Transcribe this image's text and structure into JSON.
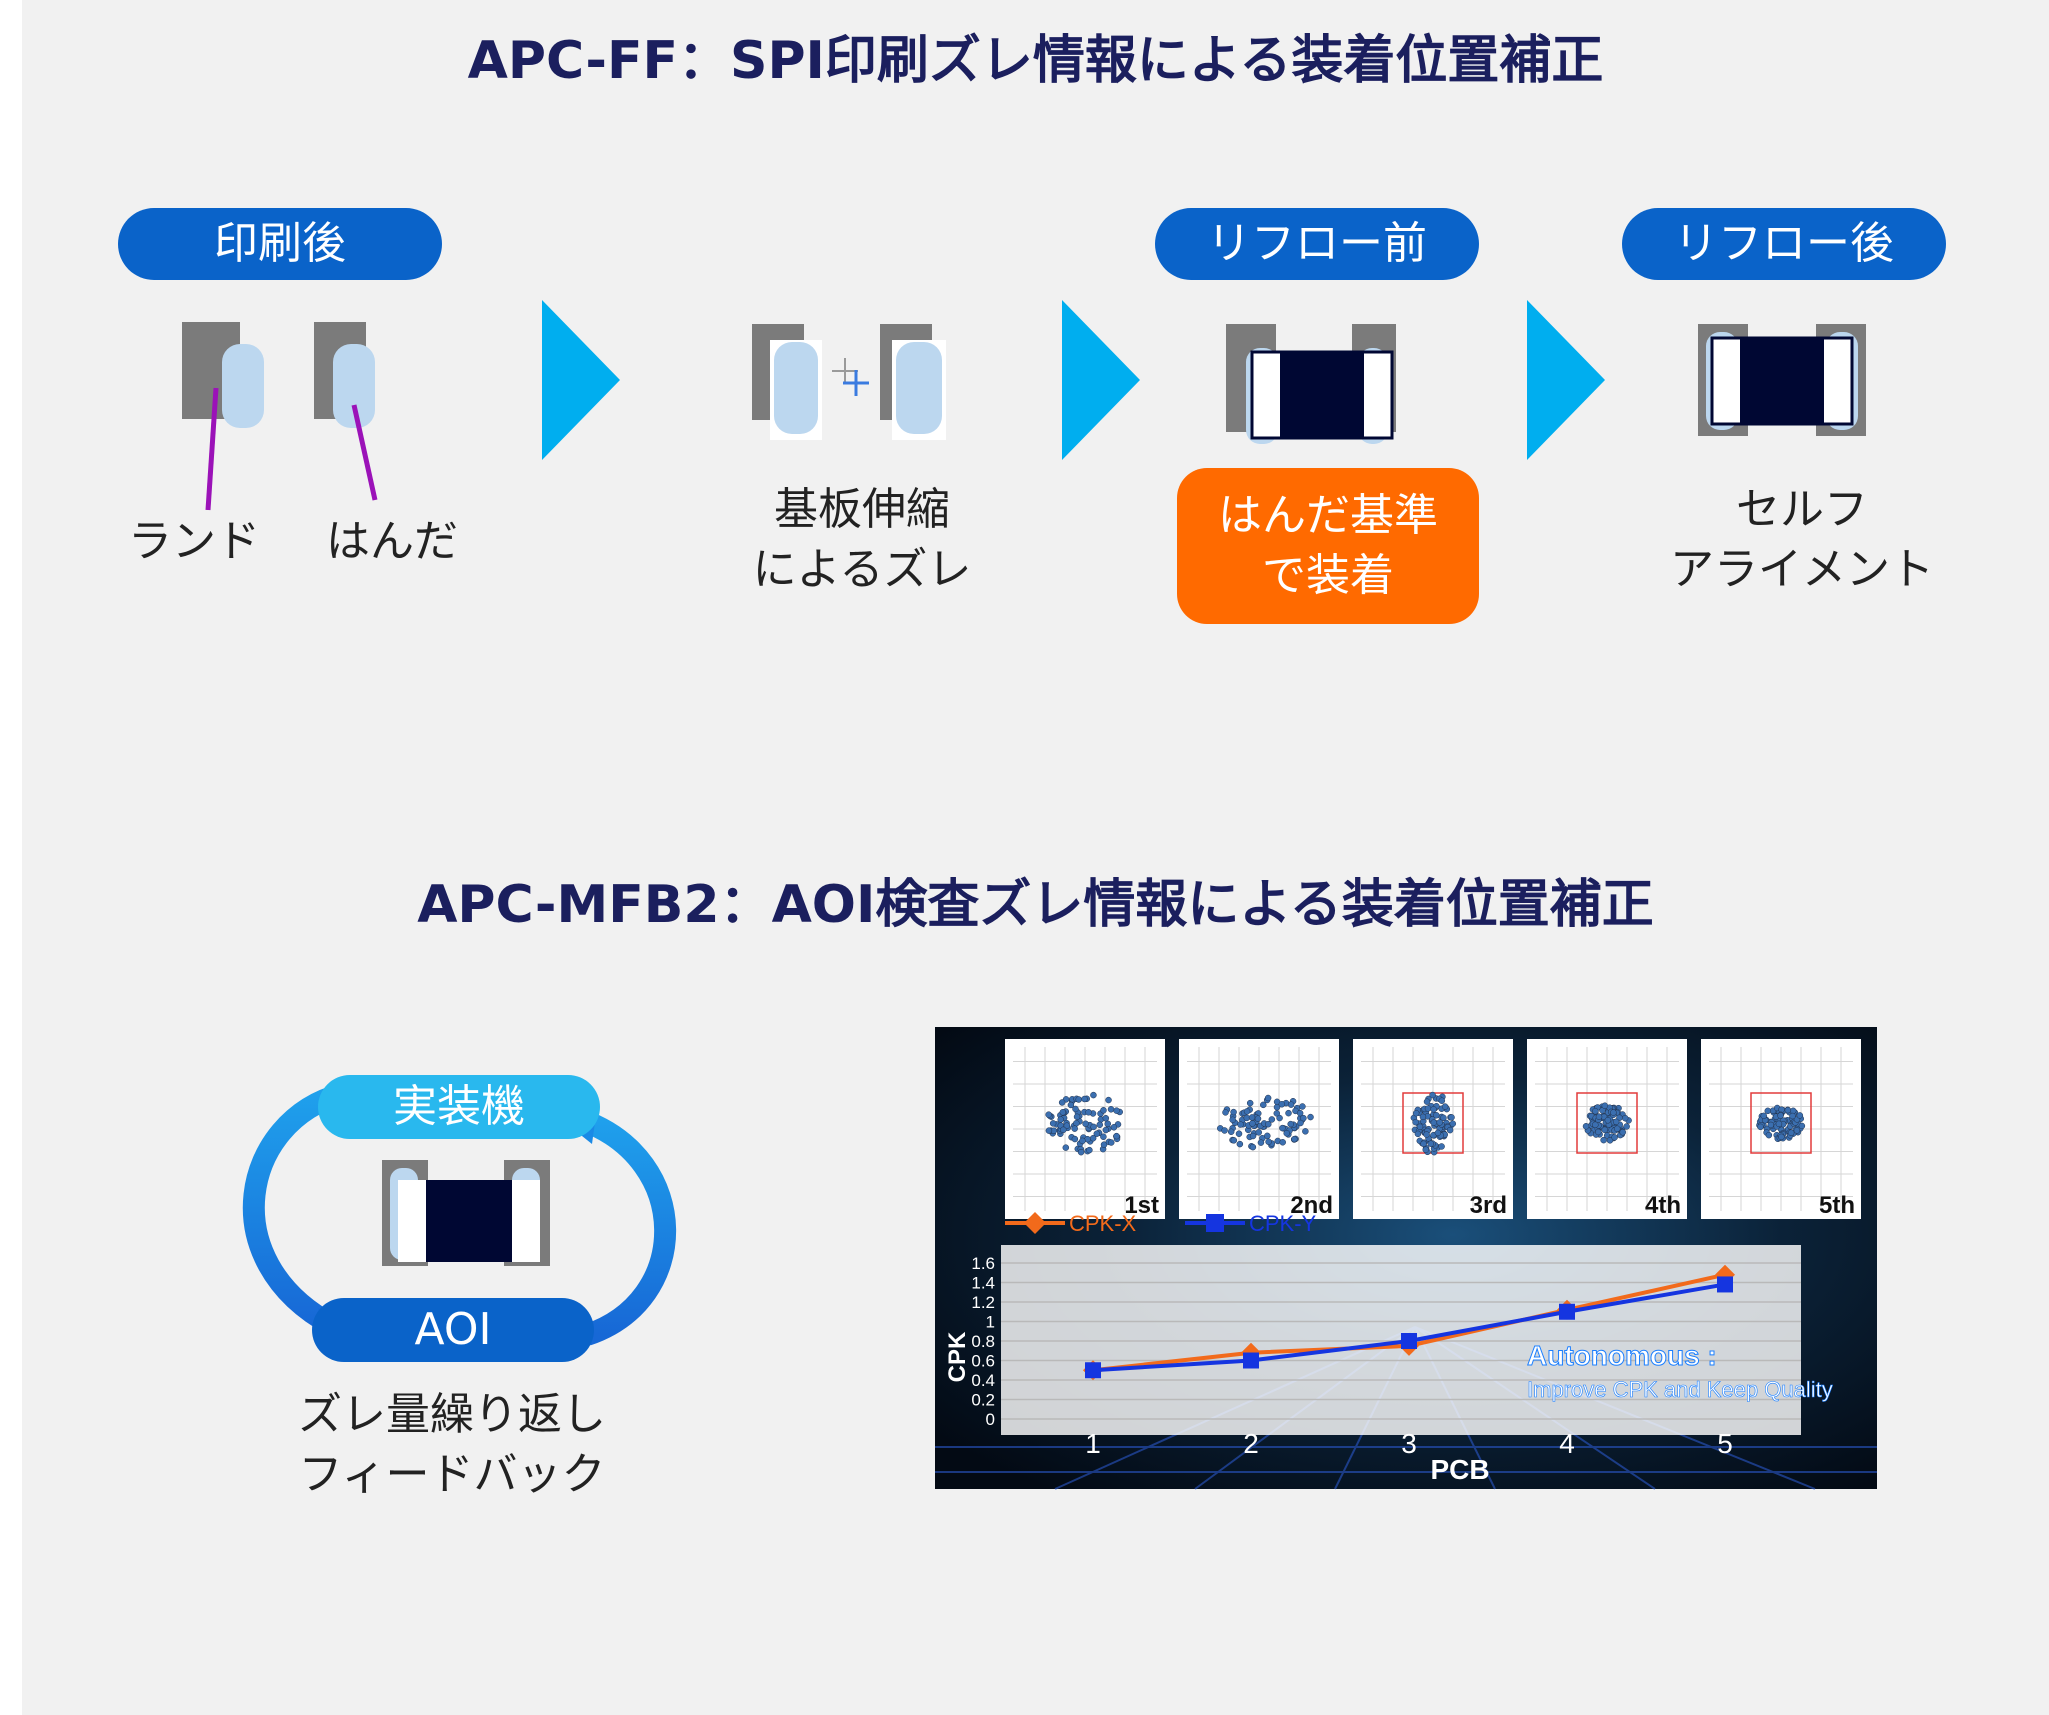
{
  "section1": {
    "title": "APC-FF：SPI印刷ズレ情報による装着位置補正",
    "pills": [
      "印刷後",
      "リフロー前",
      "リフロー後"
    ],
    "land_label": "ランド",
    "solder_label": "はんだ",
    "shrink_label": "基板伸縮\nによるズレ",
    "highlight": "はんだ基準\nで装着",
    "selfalign_label": "セルフ\nアライメント"
  },
  "section2": {
    "title": "APC-MFB2：AOI検査ズレ情報による装着位置補正",
    "machine_label": "実装機",
    "aoi_label": "AOI",
    "feedback_label": "ズレ量繰り返し\nフィードバック"
  },
  "colors": {
    "pill_blue": "#0a63c9",
    "arrow_cyan": "#00aeef",
    "highlight_orange": "#ff6a00",
    "title_navy": "#1b1f5e",
    "cpk_x": "#f26a1b",
    "cpk_y": "#1535e0"
  },
  "chart_data": {
    "type": "line",
    "xlabel": "PCB",
    "ylabel": "CPK",
    "x": [
      1,
      2,
      3,
      4,
      5
    ],
    "ylim": [
      0,
      1.6
    ],
    "yticks": [
      "1.6",
      "1.4",
      "1.2",
      "1",
      "0.8",
      "0.6",
      "0.4",
      "0.2",
      "0"
    ],
    "series": [
      {
        "name": "CPK-X",
        "values": [
          0.5,
          0.68,
          0.75,
          1.12,
          1.48
        ]
      },
      {
        "name": "CPK-Y",
        "values": [
          0.5,
          0.6,
          0.8,
          1.1,
          1.38
        ]
      }
    ],
    "scatter_labels": [
      "1st",
      "2nd",
      "3rd",
      "4th",
      "5th"
    ],
    "overlay_title": "Autonomous :",
    "overlay_subtitle": "Improve CPK and Keep Quality"
  }
}
